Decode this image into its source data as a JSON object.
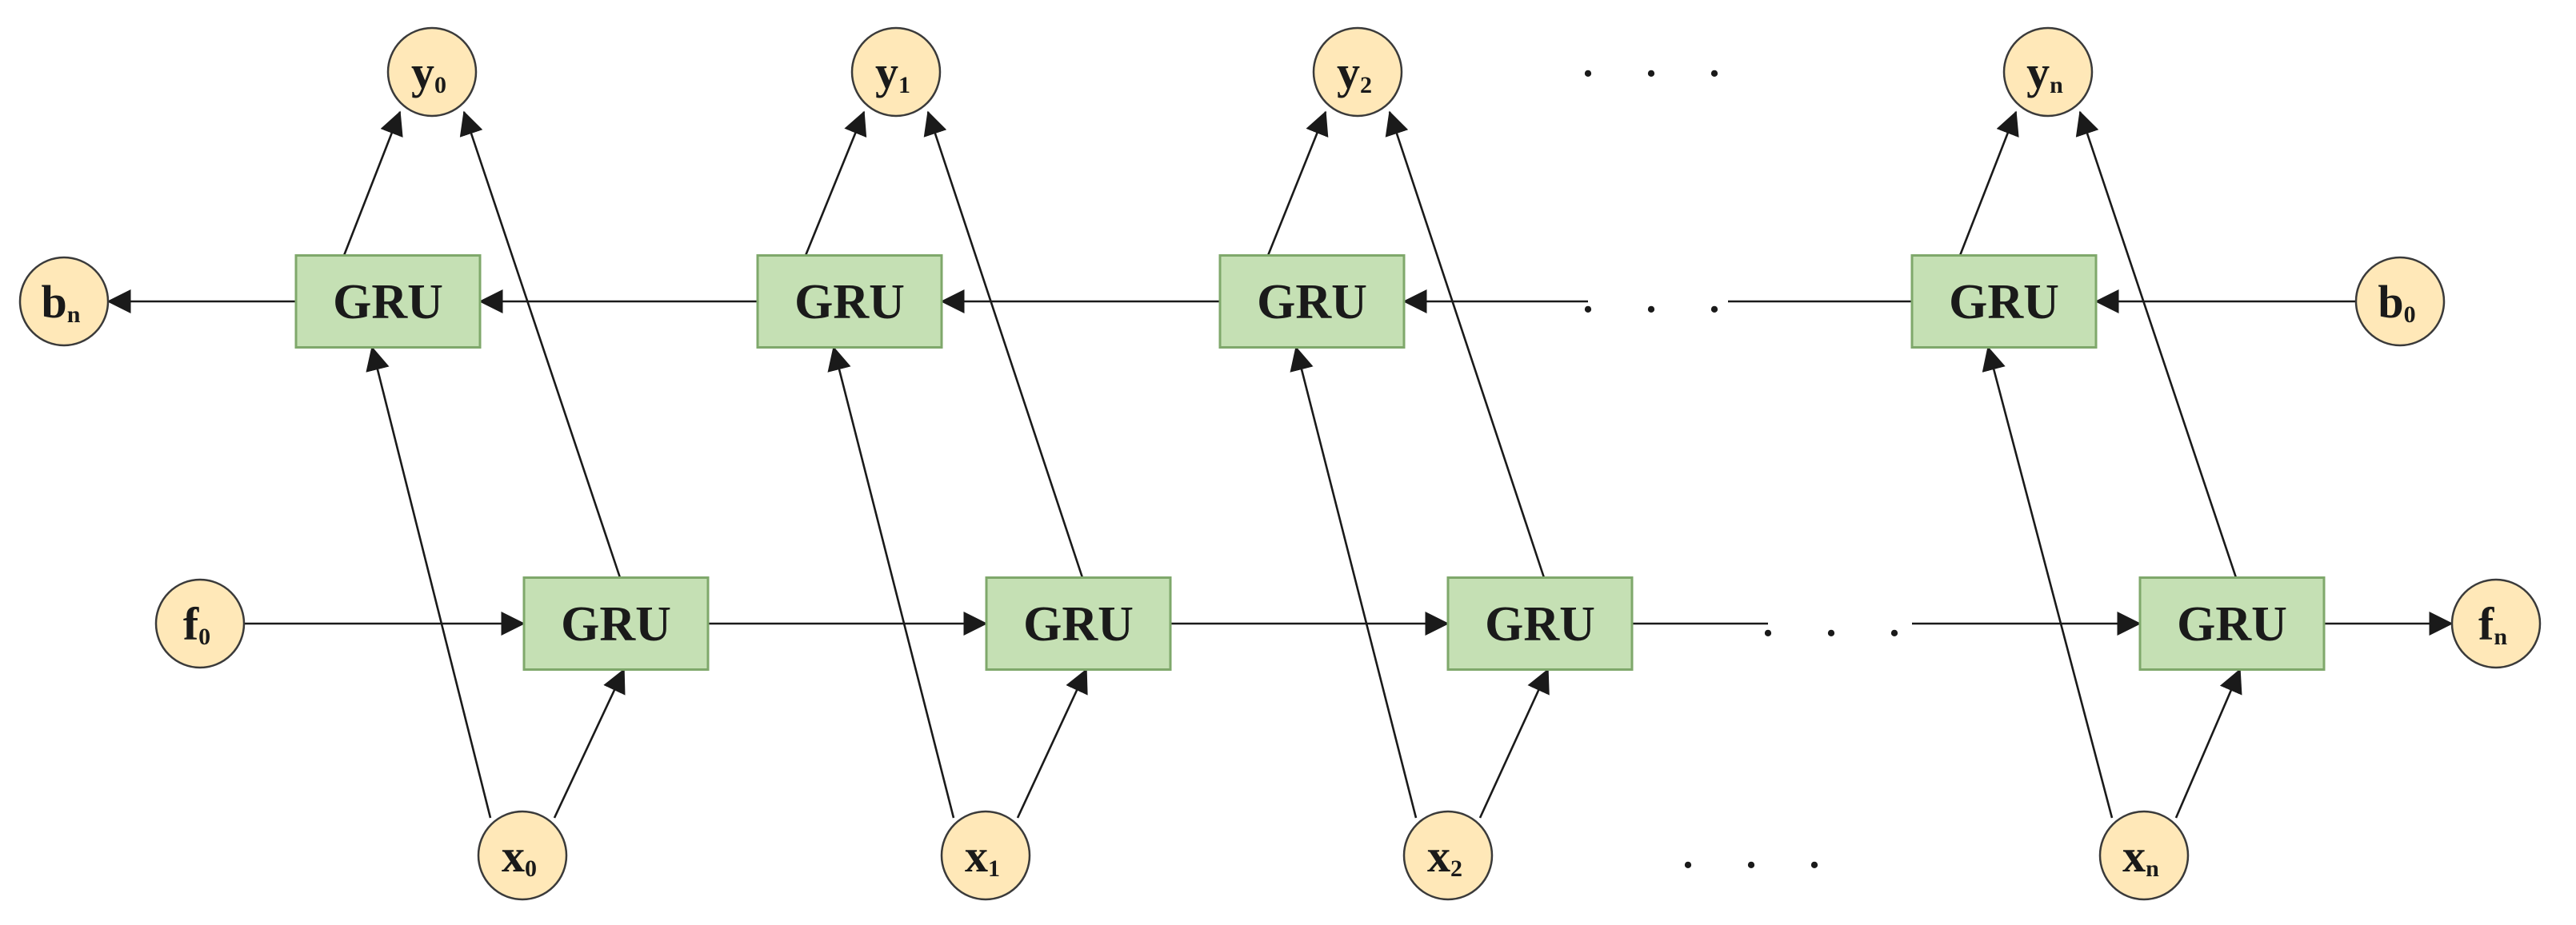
{
  "diagram": {
    "gru_label": "GRU",
    "ellipsis": ". . .",
    "outputs": [
      {
        "main": "y",
        "sub": "0"
      },
      {
        "main": "y",
        "sub": "1"
      },
      {
        "main": "y",
        "sub": "2"
      },
      {
        "main": "y",
        "sub": "n"
      }
    ],
    "inputs": [
      {
        "main": "x",
        "sub": "0"
      },
      {
        "main": "x",
        "sub": "1"
      },
      {
        "main": "x",
        "sub": "2"
      },
      {
        "main": "x",
        "sub": "n"
      }
    ],
    "backward_start": {
      "main": "b",
      "sub": "0"
    },
    "backward_end": {
      "main": "b",
      "sub": "n"
    },
    "forward_start": {
      "main": "f",
      "sub": "0"
    },
    "forward_end": {
      "main": "f",
      "sub": "n"
    },
    "colors": {
      "gru_fill": "#c5e0b4",
      "gru_stroke": "#7fa86b",
      "node_fill": "#ffe8b8",
      "node_stroke": "#3a3a3a",
      "edge": "#1a1a1a"
    }
  }
}
